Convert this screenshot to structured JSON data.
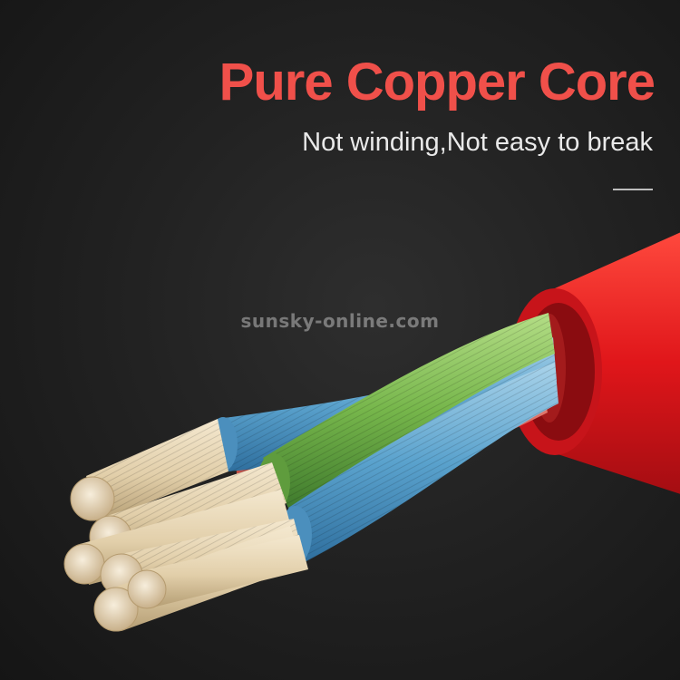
{
  "headline": {
    "text": "Pure Copper Core",
    "color": "#f0504a"
  },
  "subline": {
    "text": "Not winding,Not easy to break"
  },
  "divider": {
    "color": "#bdbdbd"
  },
  "watermark": {
    "text": "sunsky-online.com"
  },
  "colors": {
    "jacket": "#e21d1d",
    "copper": "#e7d7b8",
    "insulation_blue": "#5fa6cf",
    "insulation_green": "#79b84e",
    "insulation_yellow": "#d9c070",
    "insulation_red": "#d7625b"
  }
}
